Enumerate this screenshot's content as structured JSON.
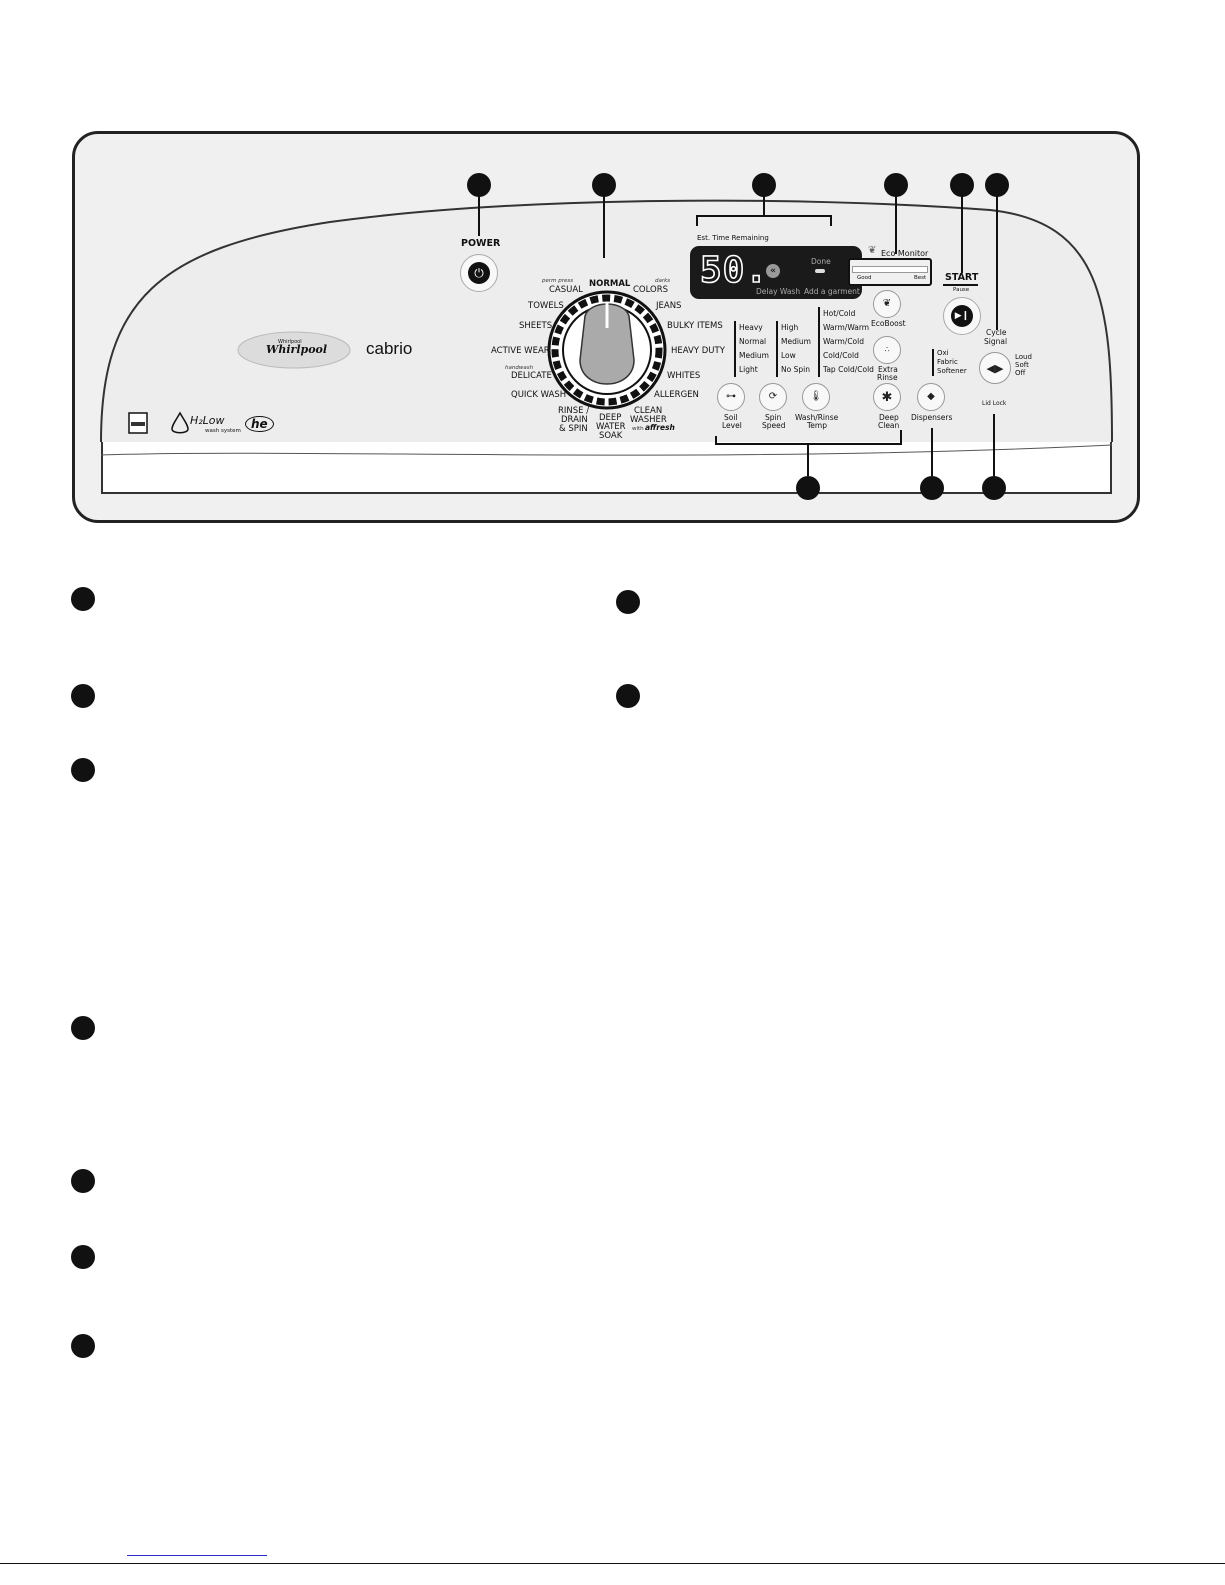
{
  "panel": {
    "power_label": "POWER",
    "brand": "Whirlpool",
    "brand_small": "Whirlpool",
    "model": "cabrio",
    "h2low_label": "H₂Low",
    "h2low_sub": "wash system",
    "he_label": "he"
  },
  "dial": {
    "cycles": {
      "normal": "NORMAL",
      "casual": "CASUAL",
      "casual_sub": "perm press",
      "colors": "COLORS",
      "colors_sub": "darks",
      "towels": "TOWELS",
      "jeans": "JEANS",
      "sheets": "SHEETS",
      "bulky": "BULKY ITEMS",
      "active": "ACTIVE WEAR",
      "heavy": "HEAVY DUTY",
      "delicate": "DELICATE",
      "delicate_sub": "handwash",
      "whites": "WHITES",
      "quick": "QUICK WASH",
      "allergen": "ALLERGEN",
      "rinse1": "RINSE /",
      "rinse2": "DRAIN",
      "rinse3": "& SPIN",
      "deep1": "DEEP",
      "deep2": "WATER",
      "deep3": "SOAK",
      "clean1": "CLEAN",
      "clean2": "WASHER",
      "clean3": "with",
      "clean4": "affresh"
    }
  },
  "display": {
    "est_time_label": "Est. Time Remaining",
    "digits": "50.",
    "done_label": "Done",
    "delay_wash_label": "Delay Wash",
    "add_garment_label": "Add a garment"
  },
  "eco": {
    "title": "Eco Monitor",
    "good": "Good",
    "best": "Best",
    "ecoboost_label": "EcoBoost",
    "extra_rinse_1": "Extra",
    "extra_rinse_2": "Rinse"
  },
  "start": {
    "label": "START",
    "sub": "Pause"
  },
  "cycle_signal": {
    "label1": "Cycle",
    "label2": "Signal",
    "options": [
      "Loud",
      "Soft",
      "Off"
    ]
  },
  "lid_lock": "Lid Lock",
  "soil": {
    "options": [
      "Heavy",
      "Normal",
      "Medium",
      "Light"
    ],
    "label1": "Soil",
    "label2": "Level"
  },
  "spin": {
    "options": [
      "High",
      "Medium",
      "Low",
      "No Spin"
    ],
    "label1": "Spin",
    "label2": "Speed"
  },
  "temp": {
    "options": [
      "Hot/Cold",
      "Warm/Warm",
      "Warm/Cold",
      "Cold/Cold",
      "Tap Cold/Cold"
    ],
    "label1": "Wash/Rinse",
    "label2": "Temp"
  },
  "deep_clean": {
    "label1": "Deep",
    "label2": "Clean"
  },
  "dispensers": {
    "options": [
      "Oxi",
      "Fabric",
      "Softener"
    ],
    "label": "Dispensers"
  }
}
